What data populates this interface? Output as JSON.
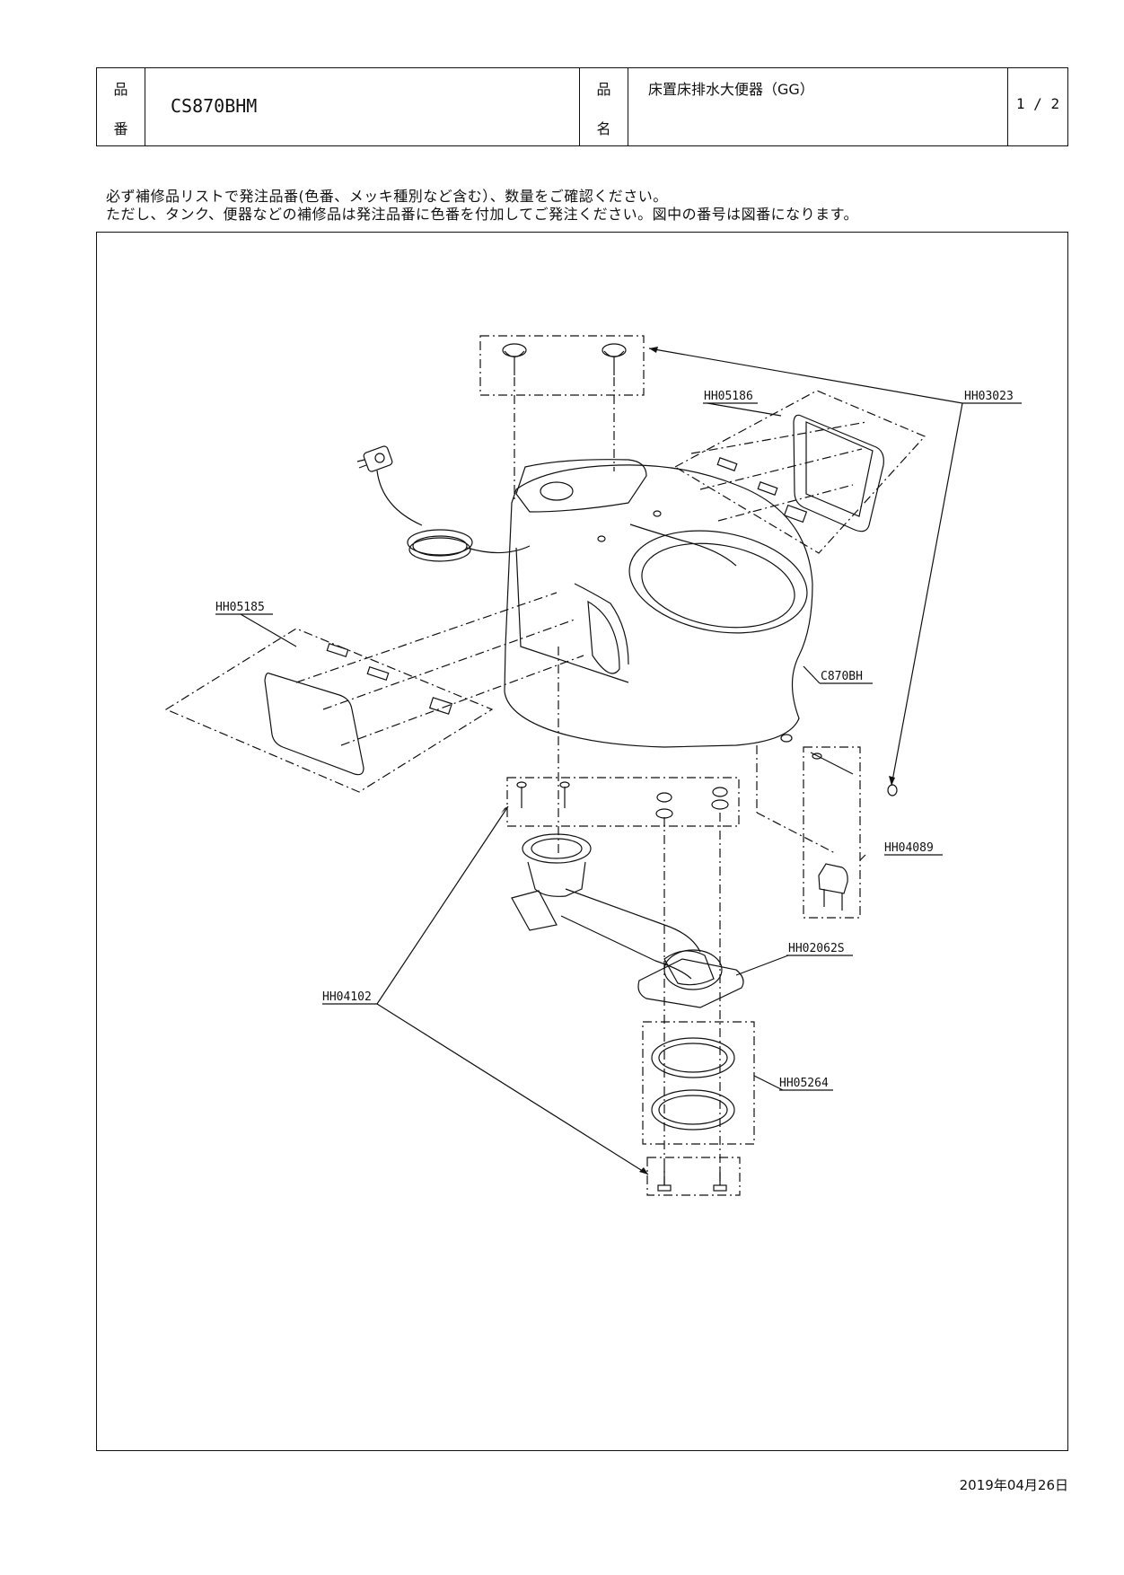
{
  "header": {
    "product_code_label_top": "品",
    "product_code_label_bottom": "番",
    "product_code": "CS870BHM",
    "product_name_label_top": "品",
    "product_name_label_bottom": "名",
    "product_name": "床置床排水大便器（GG）",
    "page": "1 / 2"
  },
  "notes": {
    "line1": "必ず補修品リストで発注品番(色番、メッキ種別など含む）、数量をご確認ください。",
    "line2": "ただし、タンク、便器などの補修品は発注品番に色番を付加してご発注ください。図中の番号は図番になります。"
  },
  "parts": {
    "hh03023": "HH03023",
    "hh05186": "HH05186",
    "hh05185": "HH05185",
    "c870bh": "C870BH",
    "hh04089": "HH04089",
    "hh02062s": "HH02062S",
    "hh04102": "HH04102",
    "hh05264": "HH05264"
  },
  "footer": {
    "date": "2019年04月26日"
  }
}
